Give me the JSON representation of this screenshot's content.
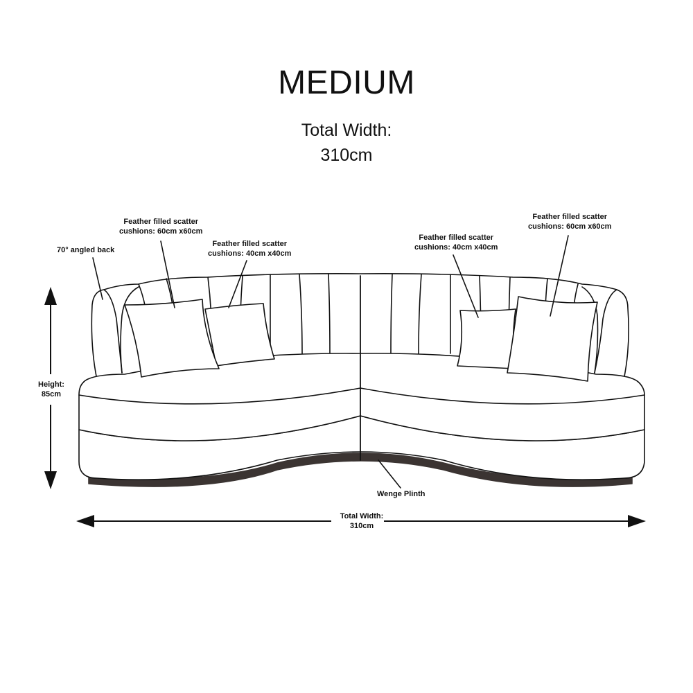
{
  "title": "MEDIUM",
  "subtitle": {
    "line1": "Total Width:",
    "line2": "310cm"
  },
  "labels": {
    "back_angle": "70° angled back",
    "large_cushions_left": {
      "line1": "Feather filled scatter",
      "line2": "cushions: 60cm x60cm"
    },
    "small_cushions_left": {
      "line1": "Feather filled scatter",
      "line2": "cushions: 40cm x40cm"
    },
    "small_cushions_right": {
      "line1": "Feather filled scatter",
      "line2": "cushions: 40cm x40cm"
    },
    "large_cushions_right": {
      "line1": "Feather filled scatter",
      "line2": "cushions: 60cm x60cm"
    },
    "plinth": "Wenge Plinth"
  },
  "dimensions": {
    "height": {
      "line1": "Height:",
      "line2": "85cm"
    },
    "width": {
      "line1": "Total Width:",
      "line2": "310cm"
    }
  },
  "colors": {
    "line": "#111111",
    "plinth": "#3b3432",
    "background": "#ffffff"
  }
}
